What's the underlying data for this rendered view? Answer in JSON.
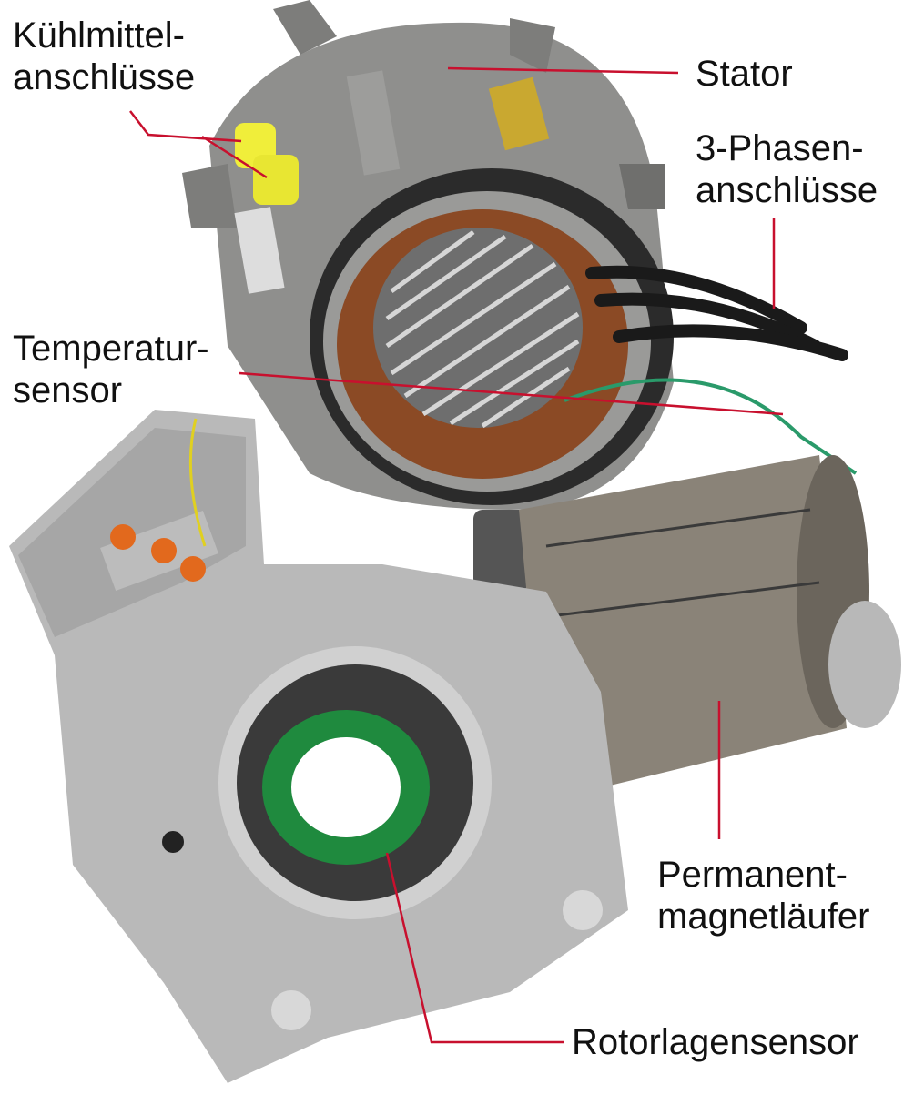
{
  "labels": {
    "coolant": {
      "line1": "Kühlmittel-",
      "line2": "anschlüsse"
    },
    "stator": "Stator",
    "phases": {
      "line1": "3-Phasen-",
      "line2": "anschlüsse"
    },
    "temp": {
      "line1": "Temperatur-",
      "line2": "sensor"
    },
    "rotor": {
      "line1": "Permanent-",
      "line2": "magnetläufer"
    },
    "resolver": "Rotorlagensensor"
  },
  "colors": {
    "leader": "#c8102e",
    "housing": "#9a9a98",
    "copper": "#a0522d",
    "pcb": "#1f8a3e",
    "caps": "#f0ee3a"
  }
}
